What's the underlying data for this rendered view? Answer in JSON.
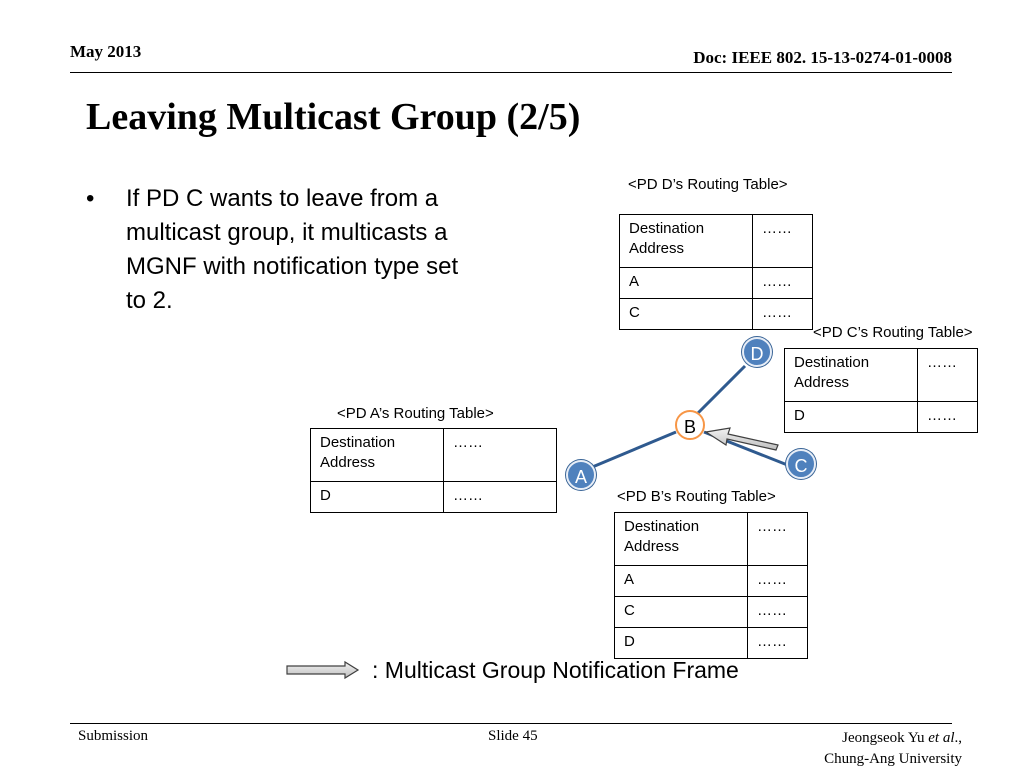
{
  "header": {
    "date": "May 2013",
    "doc": "Doc: IEEE 802. 15-13-0274-01-0008"
  },
  "title": "Leaving Multicast Group (2/5)",
  "bullet": {
    "marker": "•",
    "text": "If PD C wants to leave from a multicast group, it multicasts a MGNF with notification type set to 2."
  },
  "tables": {
    "pd_d": {
      "caption": "<PD D’s Routing Table>",
      "rows": [
        [
          "Destination Address",
          "……"
        ],
        [
          "A",
          "……"
        ],
        [
          "C",
          "……"
        ]
      ]
    },
    "pd_c": {
      "caption": "<PD C’s Routing Table>",
      "rows": [
        [
          "Destination Address",
          "……"
        ],
        [
          "D",
          "……"
        ]
      ]
    },
    "pd_a": {
      "caption": "<PD A’s Routing Table>",
      "rows": [
        [
          "Destination Address",
          "……"
        ],
        [
          "D",
          "……"
        ]
      ]
    },
    "pd_b": {
      "caption": "<PD B’s Routing Table>",
      "rows": [
        [
          "Destination Address",
          "……"
        ],
        [
          "A",
          "……"
        ],
        [
          "C",
          "……"
        ],
        [
          "D",
          "……"
        ]
      ]
    }
  },
  "nodes": {
    "a": "A",
    "b": "B",
    "c": "C",
    "d": "D"
  },
  "colors": {
    "node_fill": "#4f81bd",
    "link": "#2f5a8f",
    "node_b_ring": "#f79646",
    "arrow_fill": "#d9d9d9"
  },
  "legend": ": Multicast Group Notification Frame",
  "footer": {
    "left": "Submission",
    "slide": "Slide 45",
    "author_name": "Jeongseok Yu ",
    "author_etal": "et al",
    "author_tail": ".,",
    "affiliation": "Chung-Ang University"
  }
}
